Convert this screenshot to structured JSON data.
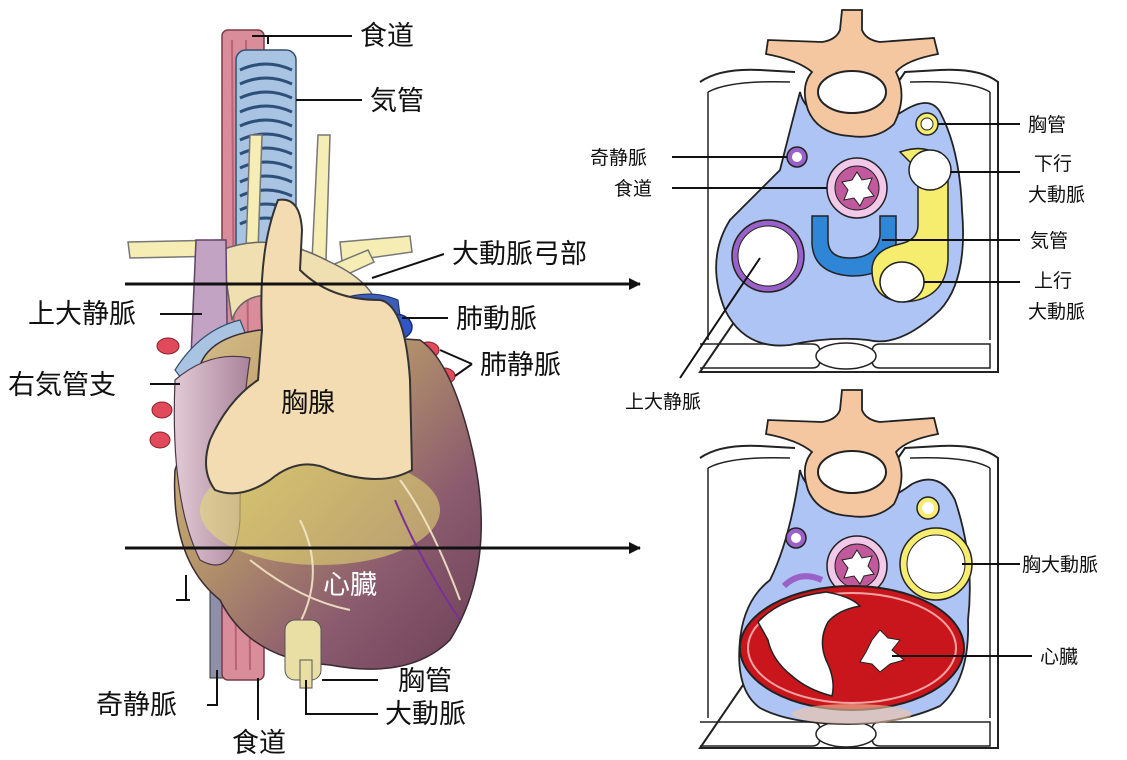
{
  "left": {
    "esophagus_top": "食道",
    "trachea": "気管",
    "aortic_arch": "大動脈弓部",
    "svc": "上大静脈",
    "pulmonary_artery": "肺動脈",
    "pulmonary_vein": "肺静脈",
    "right_bronchus": "右気管支",
    "thymus": "胸腺",
    "heart": "心臓",
    "thoracic_duct": "胸管",
    "azygos": "奇静脈",
    "aorta": "大動脈",
    "esophagus_bottom": "食道"
  },
  "upper": {
    "thoracic_duct": "胸管",
    "azygos": "奇静脈",
    "esophagus": "食道",
    "descending_aorta_l1": "下行",
    "descending_aorta_l2": "大動脈",
    "trachea": "気管",
    "ascending_aorta_l1": "上行",
    "ascending_aorta_l2": "大動脈",
    "svc": "上大静脈"
  },
  "lower": {
    "thoracic_aorta": "胸大動脈",
    "heart": "心臓"
  },
  "colors": {
    "mediastinum": "#aec4f5",
    "vertebra": "#f4c7a1",
    "aorta_yellow": "#f6ec6e",
    "azygos_purple": "#9a62c9",
    "trachea_blue": "#2f86d6",
    "heart_red": "#c9161c",
    "thymus": "#f3dcb2"
  }
}
